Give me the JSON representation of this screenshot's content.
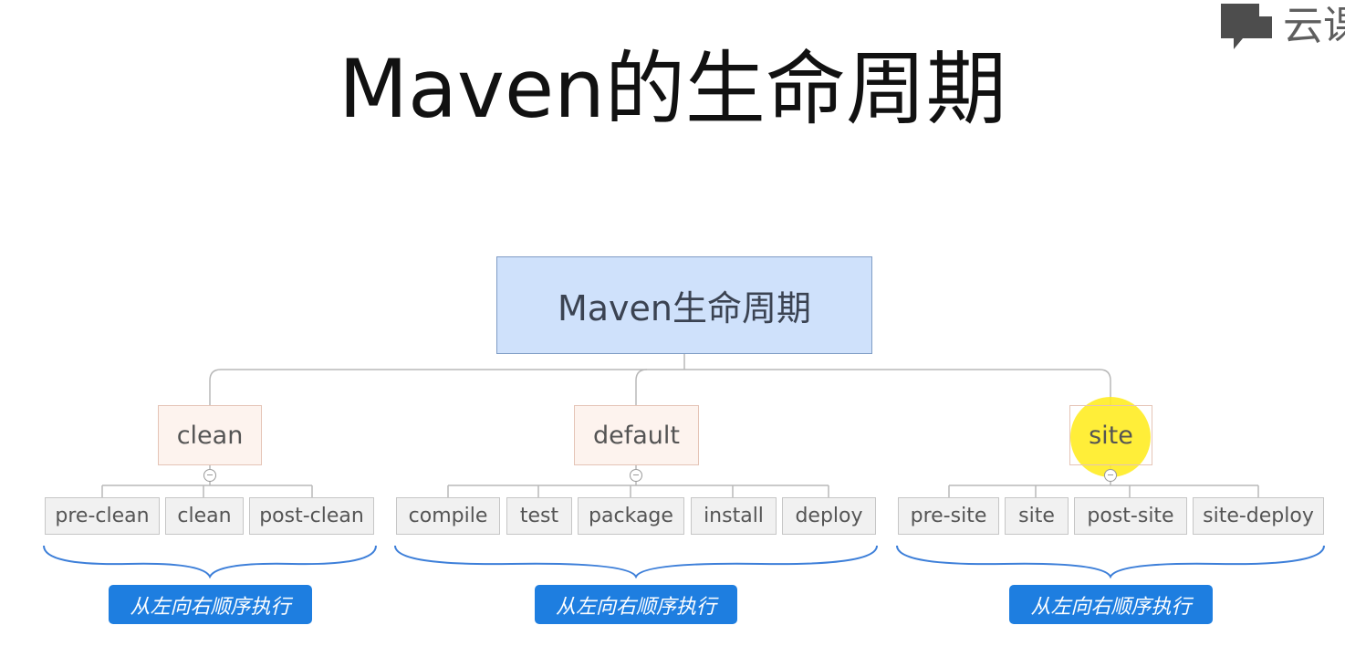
{
  "slide": {
    "title": "Maven的生命周期",
    "logo": {
      "icon": "speech-bubble-icon",
      "text": "云课"
    }
  },
  "diagram": {
    "root": "Maven生命周期",
    "phases": [
      {
        "label": "clean",
        "steps": [
          "pre-clean",
          "clean",
          "post-clean"
        ],
        "order_note": "从左向右顺序执行"
      },
      {
        "label": "default",
        "steps": [
          "compile",
          "test",
          "package",
          "install",
          "deploy"
        ],
        "order_note": "从左向右顺序执行"
      },
      {
        "label": "site",
        "steps": [
          "pre-site",
          "site",
          "post-site",
          "site-deploy"
        ],
        "order_note": "从左向右顺序执行",
        "highlighted": true
      }
    ]
  },
  "colors": {
    "root_fill": "#cfe1fb",
    "phase_fill": "#fdf3ee",
    "step_fill": "#f1f1f1",
    "badge_fill": "#1e7ee0",
    "highlight": "#ffec1e"
  }
}
